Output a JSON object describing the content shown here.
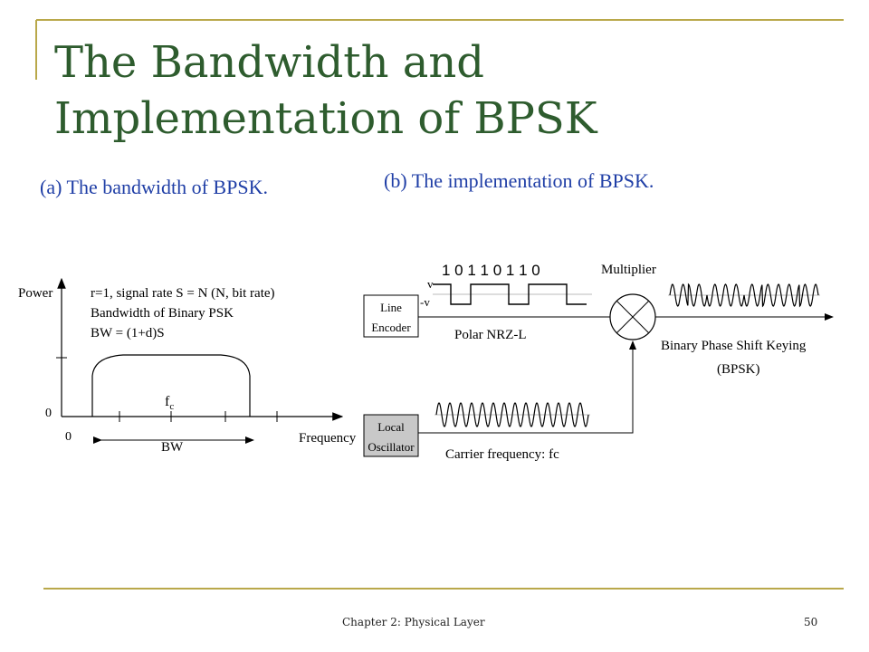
{
  "slide": {
    "title": "The Bandwidth and Implementation of BPSK",
    "subtitle_a": "(a) The bandwidth of BPSK.",
    "subtitle_b": "(b) The implementation of BPSK.",
    "footer_chapter": "Chapter 2: Physical Layer",
    "page_number": "50"
  },
  "spectrum": {
    "y_axis_label": "Power",
    "x_axis_label": "Frequency",
    "legend_lines": [
      "r=1, signal rate S = N (N, bit rate)",
      "Bandwidth of Binary PSK",
      "BW = (1+d)S"
    ],
    "zero_y": "0",
    "zero_x": "0",
    "center_label": "f",
    "center_sub": "c",
    "bw_label": "BW"
  },
  "block": {
    "bits": "1 0 1 1 0 1 1 0",
    "level_v": "v",
    "level_neg_v": "-v",
    "line_encoder": [
      "Line",
      "Encoder"
    ],
    "polar_label": "Polar NRZ-L",
    "multiplier_label": "Multiplier",
    "local_oscillator": [
      "Local",
      "Oscillator"
    ],
    "carrier_label": "Carrier frequency: fc",
    "output_label_1": "Binary Phase Shift Keying",
    "output_label_2": "(BPSK)"
  },
  "colors": {
    "accent_gold": "#b9a84a",
    "title_green": "#2e5c2e",
    "subtitle_blue": "#1f3ea6",
    "oscillator_fill": "#c8c8c8"
  }
}
